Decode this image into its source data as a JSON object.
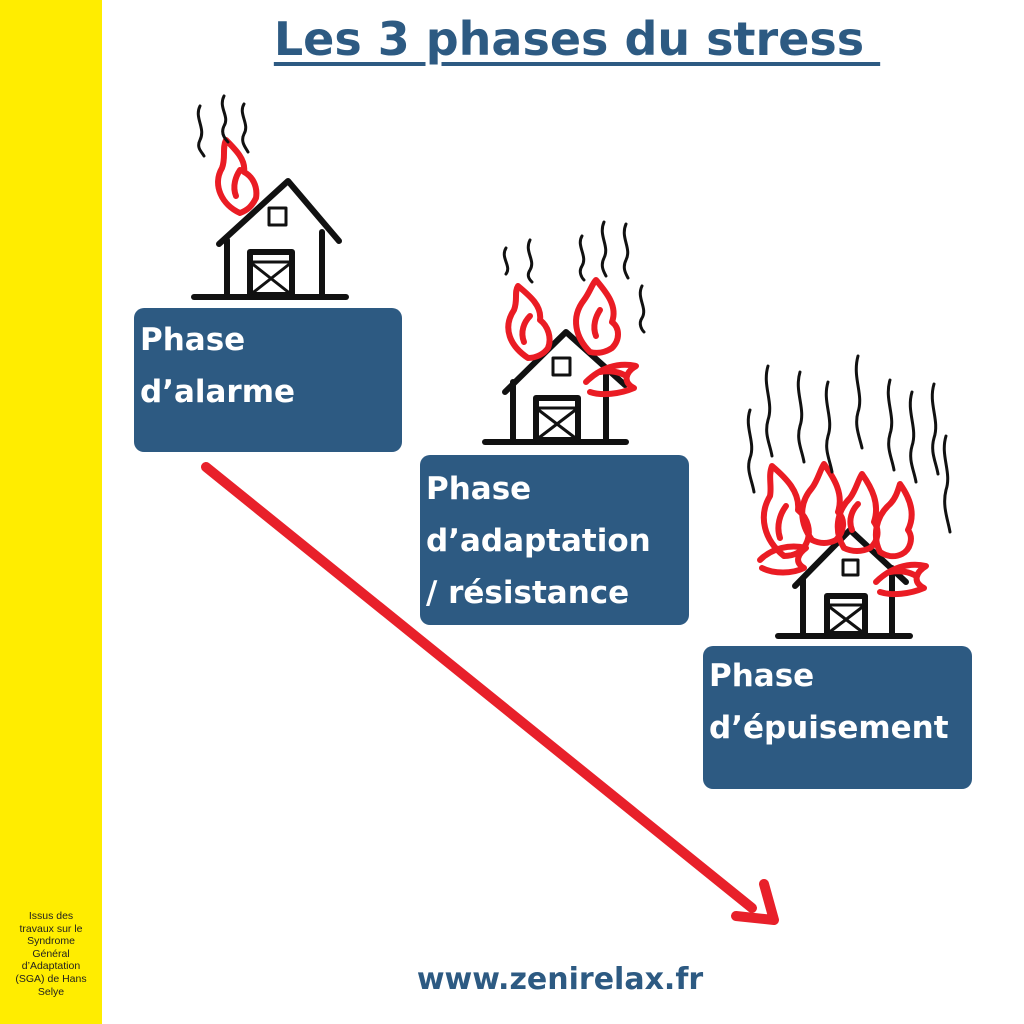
{
  "title": "Les 3 phases du stress ",
  "phases": [
    {
      "label": "Phase\nd’alarme"
    },
    {
      "label": "Phase\nd’adaptation\n/ résistance"
    },
    {
      "label": "Phase\nd’épuisement"
    }
  ],
  "side_note": "Issus des\ntravaux sur le\nSyndrome\nGénéral\nd’Adaptation\n(SGA) de Hans\nSelye",
  "website": "www.zenirelax.fr",
  "colors": {
    "side_bar": "#ffed00",
    "box": "#2d5a82",
    "title": "#2d5a82",
    "arrow": "#e8202a",
    "flame": "#ea1c24"
  },
  "icons": [
    "smoke-icon",
    "house-icon",
    "flame-icon",
    "arrow-down-right-icon"
  ]
}
